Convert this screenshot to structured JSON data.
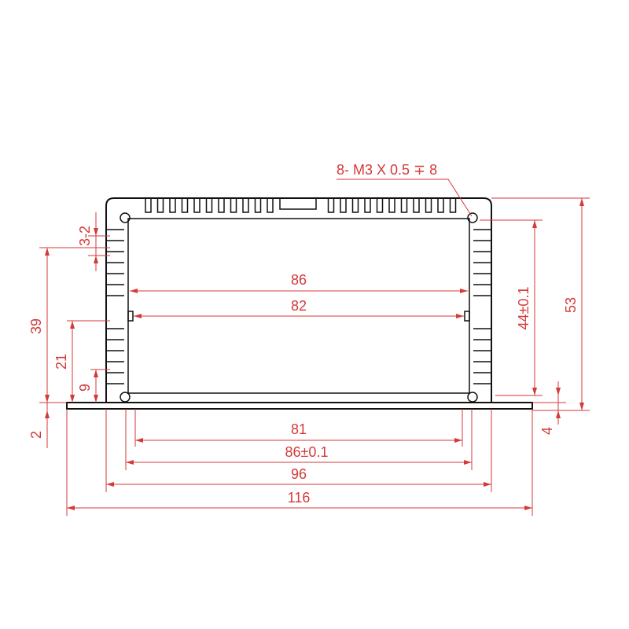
{
  "colors": {
    "dimension": "#d43a3a",
    "outline": "#111111",
    "background": "#ffffff"
  },
  "dimensions": {
    "thread_note": "8- M3 X 0.5 ∓ 8",
    "inner_width_top": "86",
    "inner_width_mid": "82",
    "height_44": "44±0.1",
    "height_53": "53",
    "height_39": "39",
    "height_21": "21",
    "height_9": "9",
    "left_3_2": "3-2",
    "base_2": "2",
    "base_4": "4",
    "width_81": "81",
    "width_86_tol": "86±0.1",
    "width_96": "96",
    "width_116": "116"
  }
}
